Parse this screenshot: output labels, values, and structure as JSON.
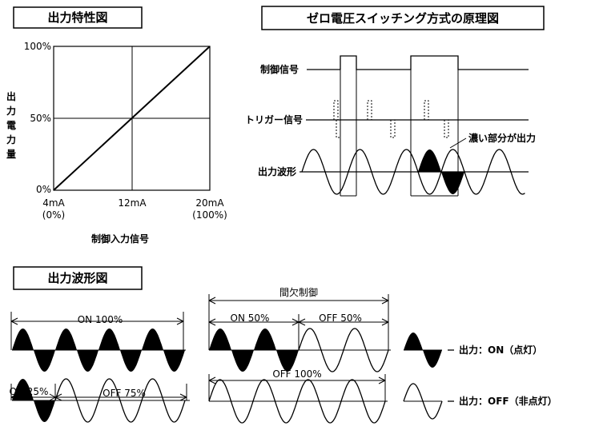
{
  "chart_panel": {
    "title": "出力特性図",
    "y_axis_label": "出力電力量",
    "y_ticks": [
      "100%",
      "50%",
      "0%"
    ],
    "x_ticks": [
      {
        "line1": "4mA",
        "line2": "(0%)"
      },
      {
        "line1": "12mA",
        "line2": ""
      },
      {
        "line1": "20mA",
        "line2": "(100%)"
      }
    ],
    "x_axis_label": "制御入力信号"
  },
  "chart_data": {
    "type": "line",
    "title": "出力特性図",
    "xlabel": "制御入力信号",
    "ylabel": "出力電力量",
    "x_unit": "mA",
    "y_unit": "%",
    "x": [
      4,
      20
    ],
    "y": [
      0,
      100
    ],
    "xlim": [
      4,
      20
    ],
    "ylim": [
      0,
      100
    ],
    "x_tick_values": [
      4,
      12,
      20
    ],
    "y_tick_values": [
      0,
      50,
      100
    ],
    "grid": true
  },
  "principle_panel": {
    "title": "ゼロ電圧スイッチング方式の原理図",
    "control_signal_label": "制御信号",
    "trigger_signal_label": "トリガー信号",
    "output_waveform_label": "出力波形",
    "output_annotation": "濃い部分が出力"
  },
  "waveform_panel": {
    "title": "出力波形図",
    "on100_label": "ON 100%",
    "intermittent_label": "間欠制御",
    "on50_label": "ON 50%",
    "off50_label": "OFF 50%",
    "on25_label": "ON 25%",
    "off75_label": "OFF 75%",
    "off100_label": "OFF 100%",
    "legend_on": "出力：ON（点灯）",
    "legend_off": "出力：OFF（非点灯）"
  }
}
